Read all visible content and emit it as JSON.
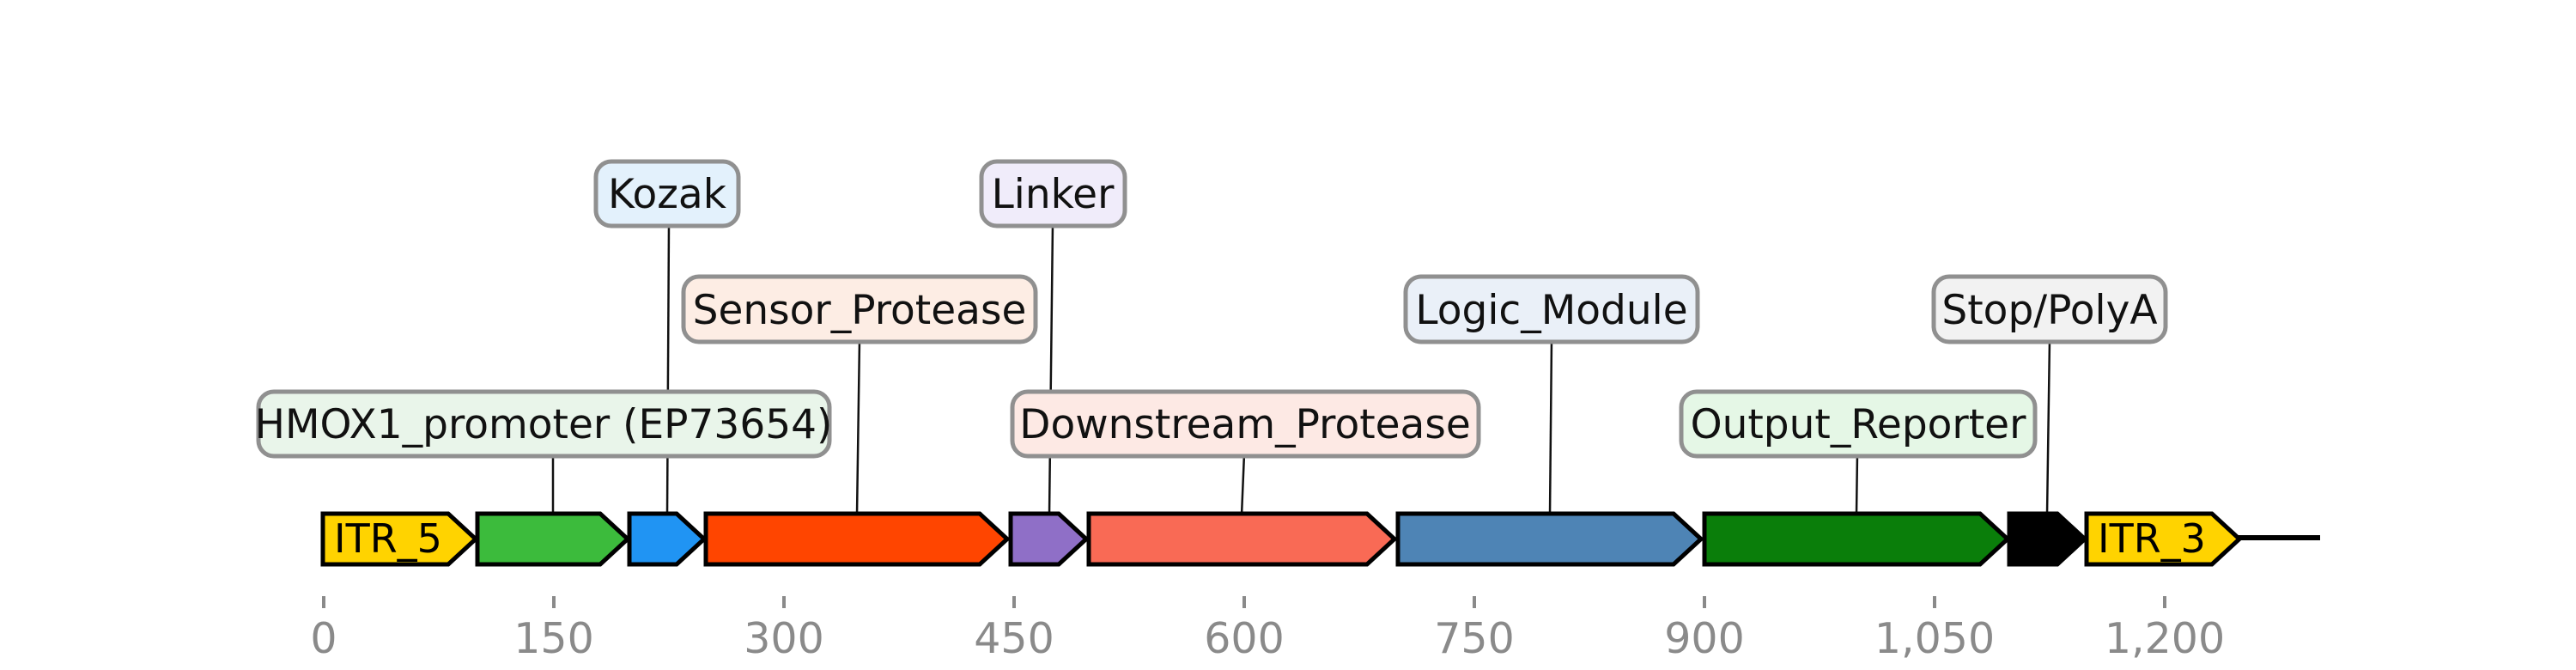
{
  "construct": {
    "description": "Linear DNA construct feature map",
    "label_border_color": "#909090",
    "backbone_color": "#000000",
    "axis": {
      "color": "#8A8A8A",
      "ticks": [
        {
          "label": "0",
          "value": 0
        },
        {
          "label": "150",
          "value": 150
        },
        {
          "label": "300",
          "value": 300
        },
        {
          "label": "450",
          "value": 450
        },
        {
          "label": "600",
          "value": 600
        },
        {
          "label": "750",
          "value": 750
        },
        {
          "label": "900",
          "value": 900
        },
        {
          "label": "1,050",
          "value": 1050
        },
        {
          "label": "1,200",
          "value": 1200
        }
      ]
    },
    "features": [
      {
        "id": "itr5",
        "label": "ITR_5",
        "color": "#FFD300",
        "approx_start": 0,
        "approx_end": 100,
        "label_placement": "inside"
      },
      {
        "id": "hmox1_promoter",
        "label": "HMOX1_promoter (EP73654)",
        "color": "#3CBB3C",
        "label_fill": "#E9F5EA",
        "approx_start": 100,
        "approx_end": 200,
        "label_placement": "callout"
      },
      {
        "id": "kozak",
        "label": "Kozak",
        "color": "#2094F3",
        "label_fill": "#E3F1FC",
        "approx_start": 200,
        "approx_end": 250,
        "label_placement": "callout"
      },
      {
        "id": "sensor_protease",
        "label": "Sensor_Protease",
        "color": "#FF4500",
        "label_fill": "#FDEDE4",
        "approx_start": 250,
        "approx_end": 445,
        "label_placement": "callout"
      },
      {
        "id": "linker",
        "label": "Linker",
        "color": "#8F6FC7",
        "label_fill": "#F0ECFA",
        "approx_start": 450,
        "approx_end": 495,
        "label_placement": "callout"
      },
      {
        "id": "downstream_protease",
        "label": "Downstream_Protease",
        "color": "#F96A55",
        "label_fill": "#FDE9E4",
        "approx_start": 500,
        "approx_end": 700,
        "label_placement": "callout"
      },
      {
        "id": "logic_module",
        "label": "Logic_Module",
        "color": "#4E84B5",
        "label_fill": "#EAF0F8",
        "approx_start": 700,
        "approx_end": 900,
        "label_placement": "callout"
      },
      {
        "id": "output_reporter",
        "label": "Output_Reporter",
        "color": "#0A7E0A",
        "label_fill": "#E5F7E6",
        "approx_start": 900,
        "approx_end": 1100,
        "label_placement": "callout"
      },
      {
        "id": "stop_polya",
        "label": "Stop/PolyA",
        "color": "#000000",
        "label_fill": "#F2F2F2",
        "approx_start": 1100,
        "approx_end": 1150,
        "label_placement": "callout"
      },
      {
        "id": "itr3",
        "label": "ITR_3",
        "color": "#FFD300",
        "approx_start": 1150,
        "approx_end": 1250,
        "label_placement": "inside"
      }
    ]
  }
}
